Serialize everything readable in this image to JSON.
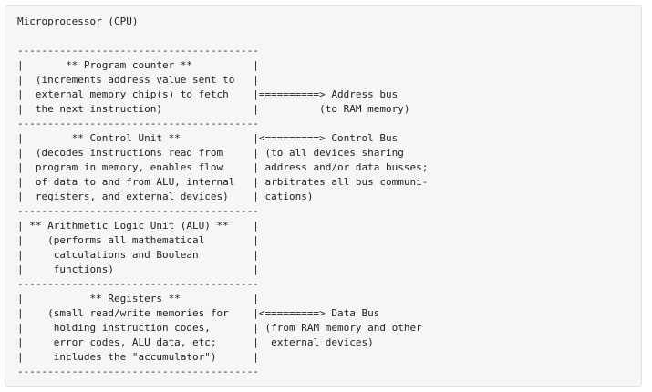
{
  "diagram": {
    "lines": [
      "Microprocessor (CPU)",
      "",
      "----------------------------------------",
      "|       ** Program counter **          |",
      "|  (increments address value sent to   |",
      "|  external memory chip(s) to fetch    |==========> Address bus",
      "|  the next instruction)               |          (to RAM memory)",
      "----------------------------------------",
      "|        ** Control Unit **            |<=========> Control Bus",
      "|  (decodes instructions read from     | (to all devices sharing",
      "|  program in memory, enables flow     | address and/or data busses;",
      "|  of data to and from ALU, internal   | arbitrates all bus communi-",
      "|  registers, and external devices)    | cations)",
      "----------------------------------------",
      "| ** Arithmetic Logic Unit (ALU) **    |",
      "|    (performs all mathematical        |",
      "|     calculations and Boolean         |",
      "|     functions)                       |",
      "----------------------------------------",
      "|           ** Registers **            |",
      "|    (small read/write memories for    |<=========> Data Bus",
      "|     holding instruction codes,       | (from RAM memory and other",
      "|     error codes, ALU data, etc;      |  external devices)",
      "|     includes the \"accumulator\")      |",
      "----------------------------------------"
    ]
  }
}
